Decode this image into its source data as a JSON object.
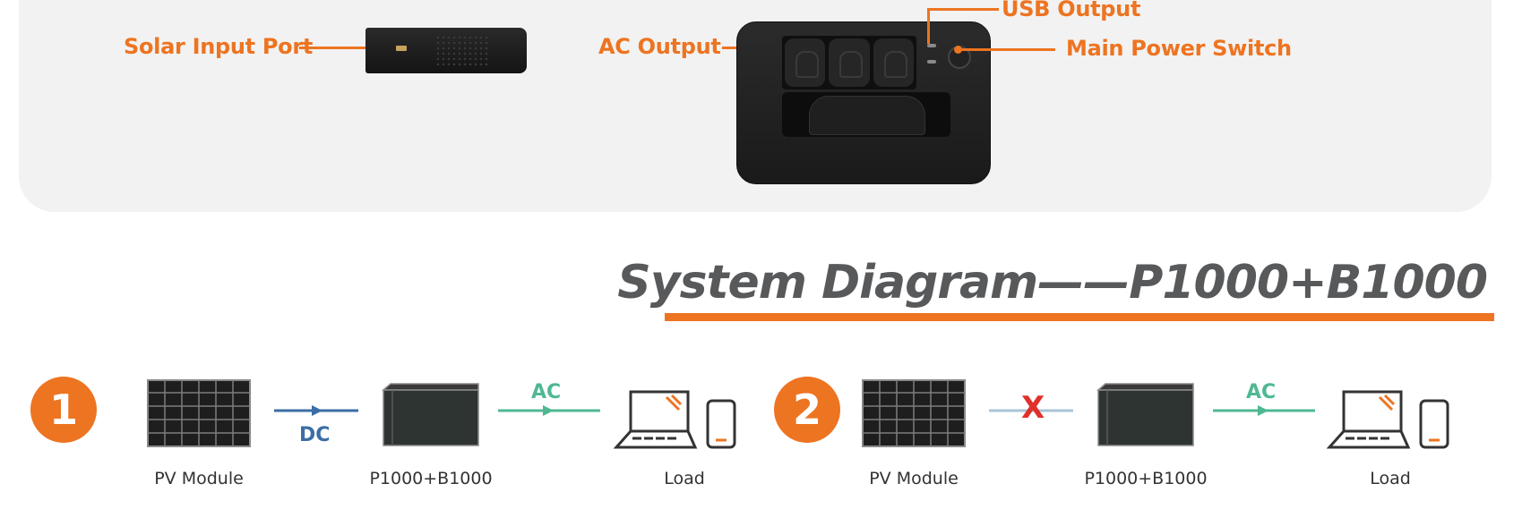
{
  "callouts": {
    "solar_input_port": "Solar Input Port",
    "ac_output": "AC Output",
    "usb_output": "USB Output",
    "main_power_switch": "Main Power Switch"
  },
  "heading": "System Diagram——P1000+B1000",
  "colors": {
    "accent": "#ed7421",
    "dc_arrow": "#3a6ea5",
    "ac_arrow": "#4fb892",
    "disabled_line": "#a9c4d6",
    "cross": "#e0302a",
    "heading_text": "#58595b"
  },
  "diagrams": [
    {
      "number": "1",
      "pv_label": "PV Module",
      "storage_label": "P1000+B1000",
      "load_label": "Load",
      "link1": "DC",
      "link2": "AC"
    },
    {
      "number": "2",
      "pv_label": "PV Module",
      "storage_label": "P1000+B1000",
      "load_label": "Load",
      "link1": "X",
      "link2": "AC"
    }
  ]
}
